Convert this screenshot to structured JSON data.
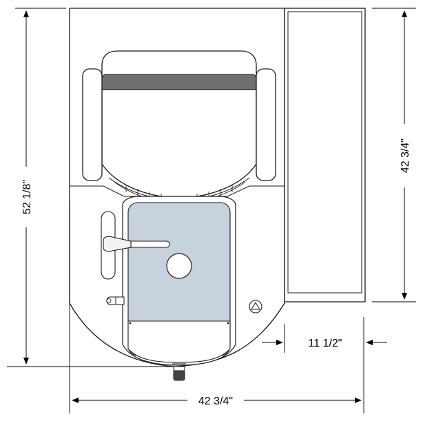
{
  "dimensions": {
    "height_left": "52 1/8\"",
    "height_right": "42 3/4\"",
    "width_bottom": "42 3/4\"",
    "step_width": "11 1/2\""
  },
  "colors": {
    "line": "#1a1a1a",
    "floor": "#c8d2dc",
    "backrest": "#707070",
    "fill": "#ffffff"
  }
}
